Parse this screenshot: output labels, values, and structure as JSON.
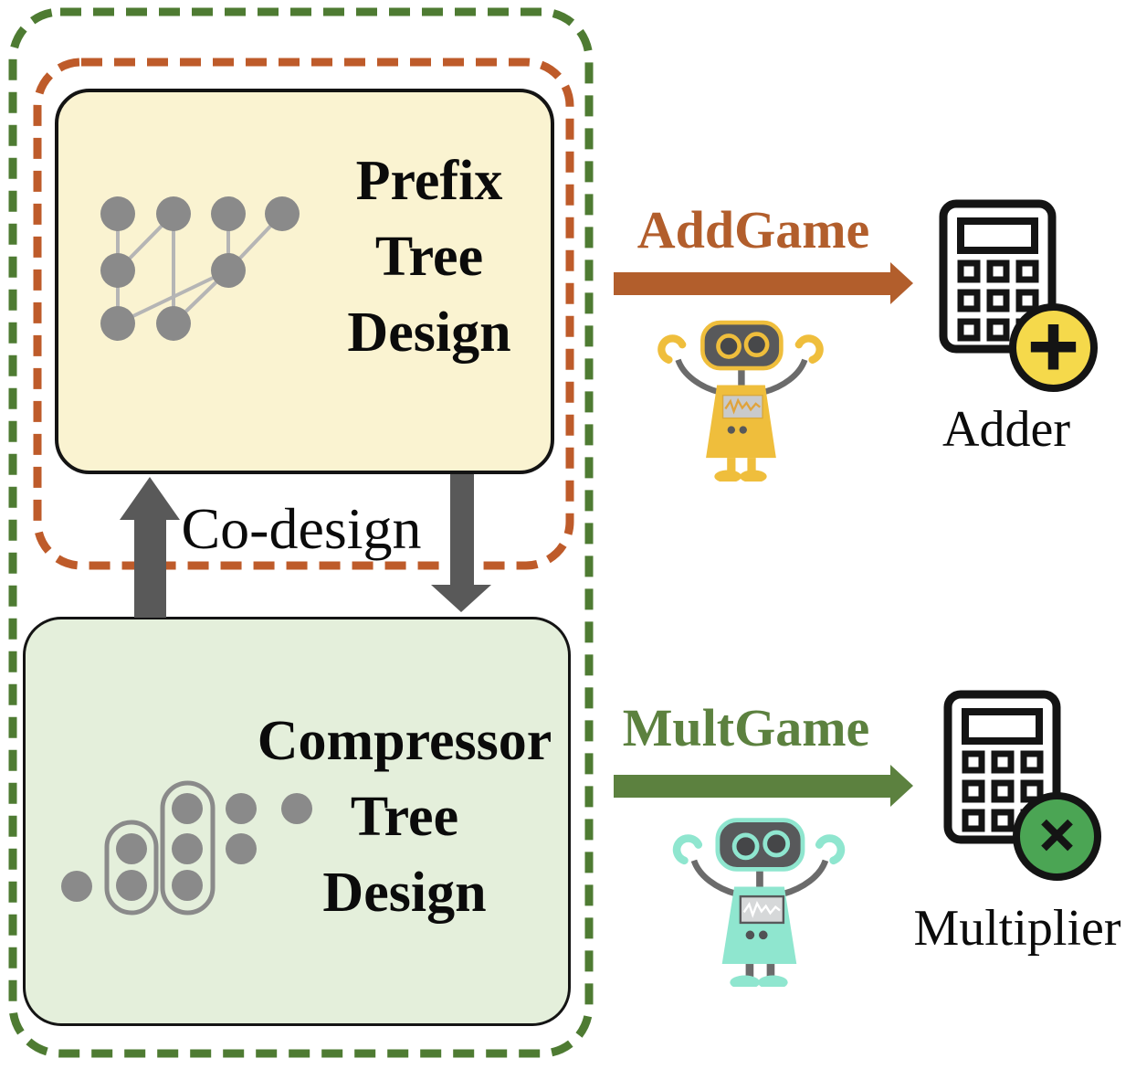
{
  "prefix_box": {
    "title_lines": [
      "Prefix",
      "Tree",
      "Design"
    ]
  },
  "compressor_box": {
    "title_lines": [
      "Compressor",
      "Tree",
      "Design"
    ]
  },
  "codesign": {
    "label": "Co-design"
  },
  "addgame": {
    "label": "AddGame",
    "target_label": "Adder",
    "badge_glyph": "+"
  },
  "multgame": {
    "label": "MultGame",
    "target_label": "Multiplier",
    "badge_glyph": "✕"
  },
  "icons": {
    "prefix_graph": "prefix-tree-graph",
    "compressor_graph": "compressor-dot-matrix",
    "addgame_robot": "robot-icon",
    "multgame_robot": "robot-icon",
    "adder": "calculator-plus-icon",
    "multiplier": "calculator-multiply-icon"
  },
  "palette": {
    "outer_dashed_border": "#4E7B32",
    "inner_dashed_border": "#BE5B2A",
    "prefix_box_fill": "#FAF3D1",
    "compressor_box_fill": "#E4EFDB",
    "box_border": "#141414",
    "addgame_color": "#B25E2C",
    "multgame_color": "#5C813F",
    "codesign_arrow_color": "#595959",
    "graph_dot_color": "#8A8A8A",
    "graph_edge_color": "#B5B5B5",
    "adder_badge_fill": "#F5D94B",
    "multiplier_badge_fill": "#4BA554",
    "robot_yellow": "#EFBE3C",
    "robot_teal": "#8FE6CF",
    "robot_head_fill": "#58595B"
  }
}
